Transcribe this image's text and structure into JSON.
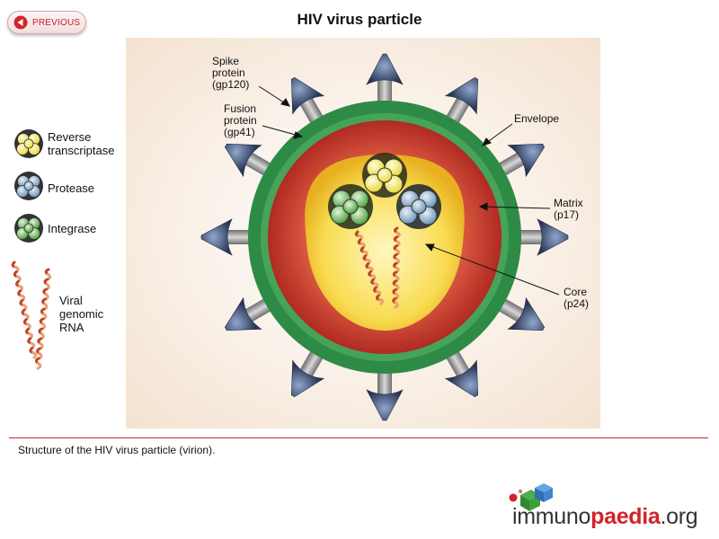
{
  "nav": {
    "previous_label": "PREVIOUS"
  },
  "title": "HIV virus particle",
  "legend": [
    {
      "label": "Reverse\ntranscriptase"
    },
    {
      "label": "Protease"
    },
    {
      "label": "Integrase"
    },
    {
      "label": "Viral\ngenomic\nRNA"
    }
  ],
  "labels": {
    "spike": "Spike\nprotein\n(gp120)",
    "fusion": "Fusion\nprotein\n(gp41)",
    "envelope": "Envelope",
    "matrix": "Matrix\n(p17)",
    "core": "Core\n(p24)"
  },
  "caption": "Structure of the HIV virus particle (virion).",
  "logo": {
    "part1": "immuno",
    "part2": "paedia",
    "part3": ".org"
  },
  "colors": {
    "envelope": "#2e8b45",
    "matrix": "#c23a2a",
    "core": "#f1c52a",
    "spike": "#3b4c70",
    "accent": "#c8242e",
    "reverse_transcriptase": "#f4ec6a",
    "protease": "#8fb1cc",
    "integrase": "#7cc06a",
    "rna": "#c0422a"
  },
  "icons": [
    "previous-arrow-icon",
    "immunopaedia-logo-icon"
  ]
}
